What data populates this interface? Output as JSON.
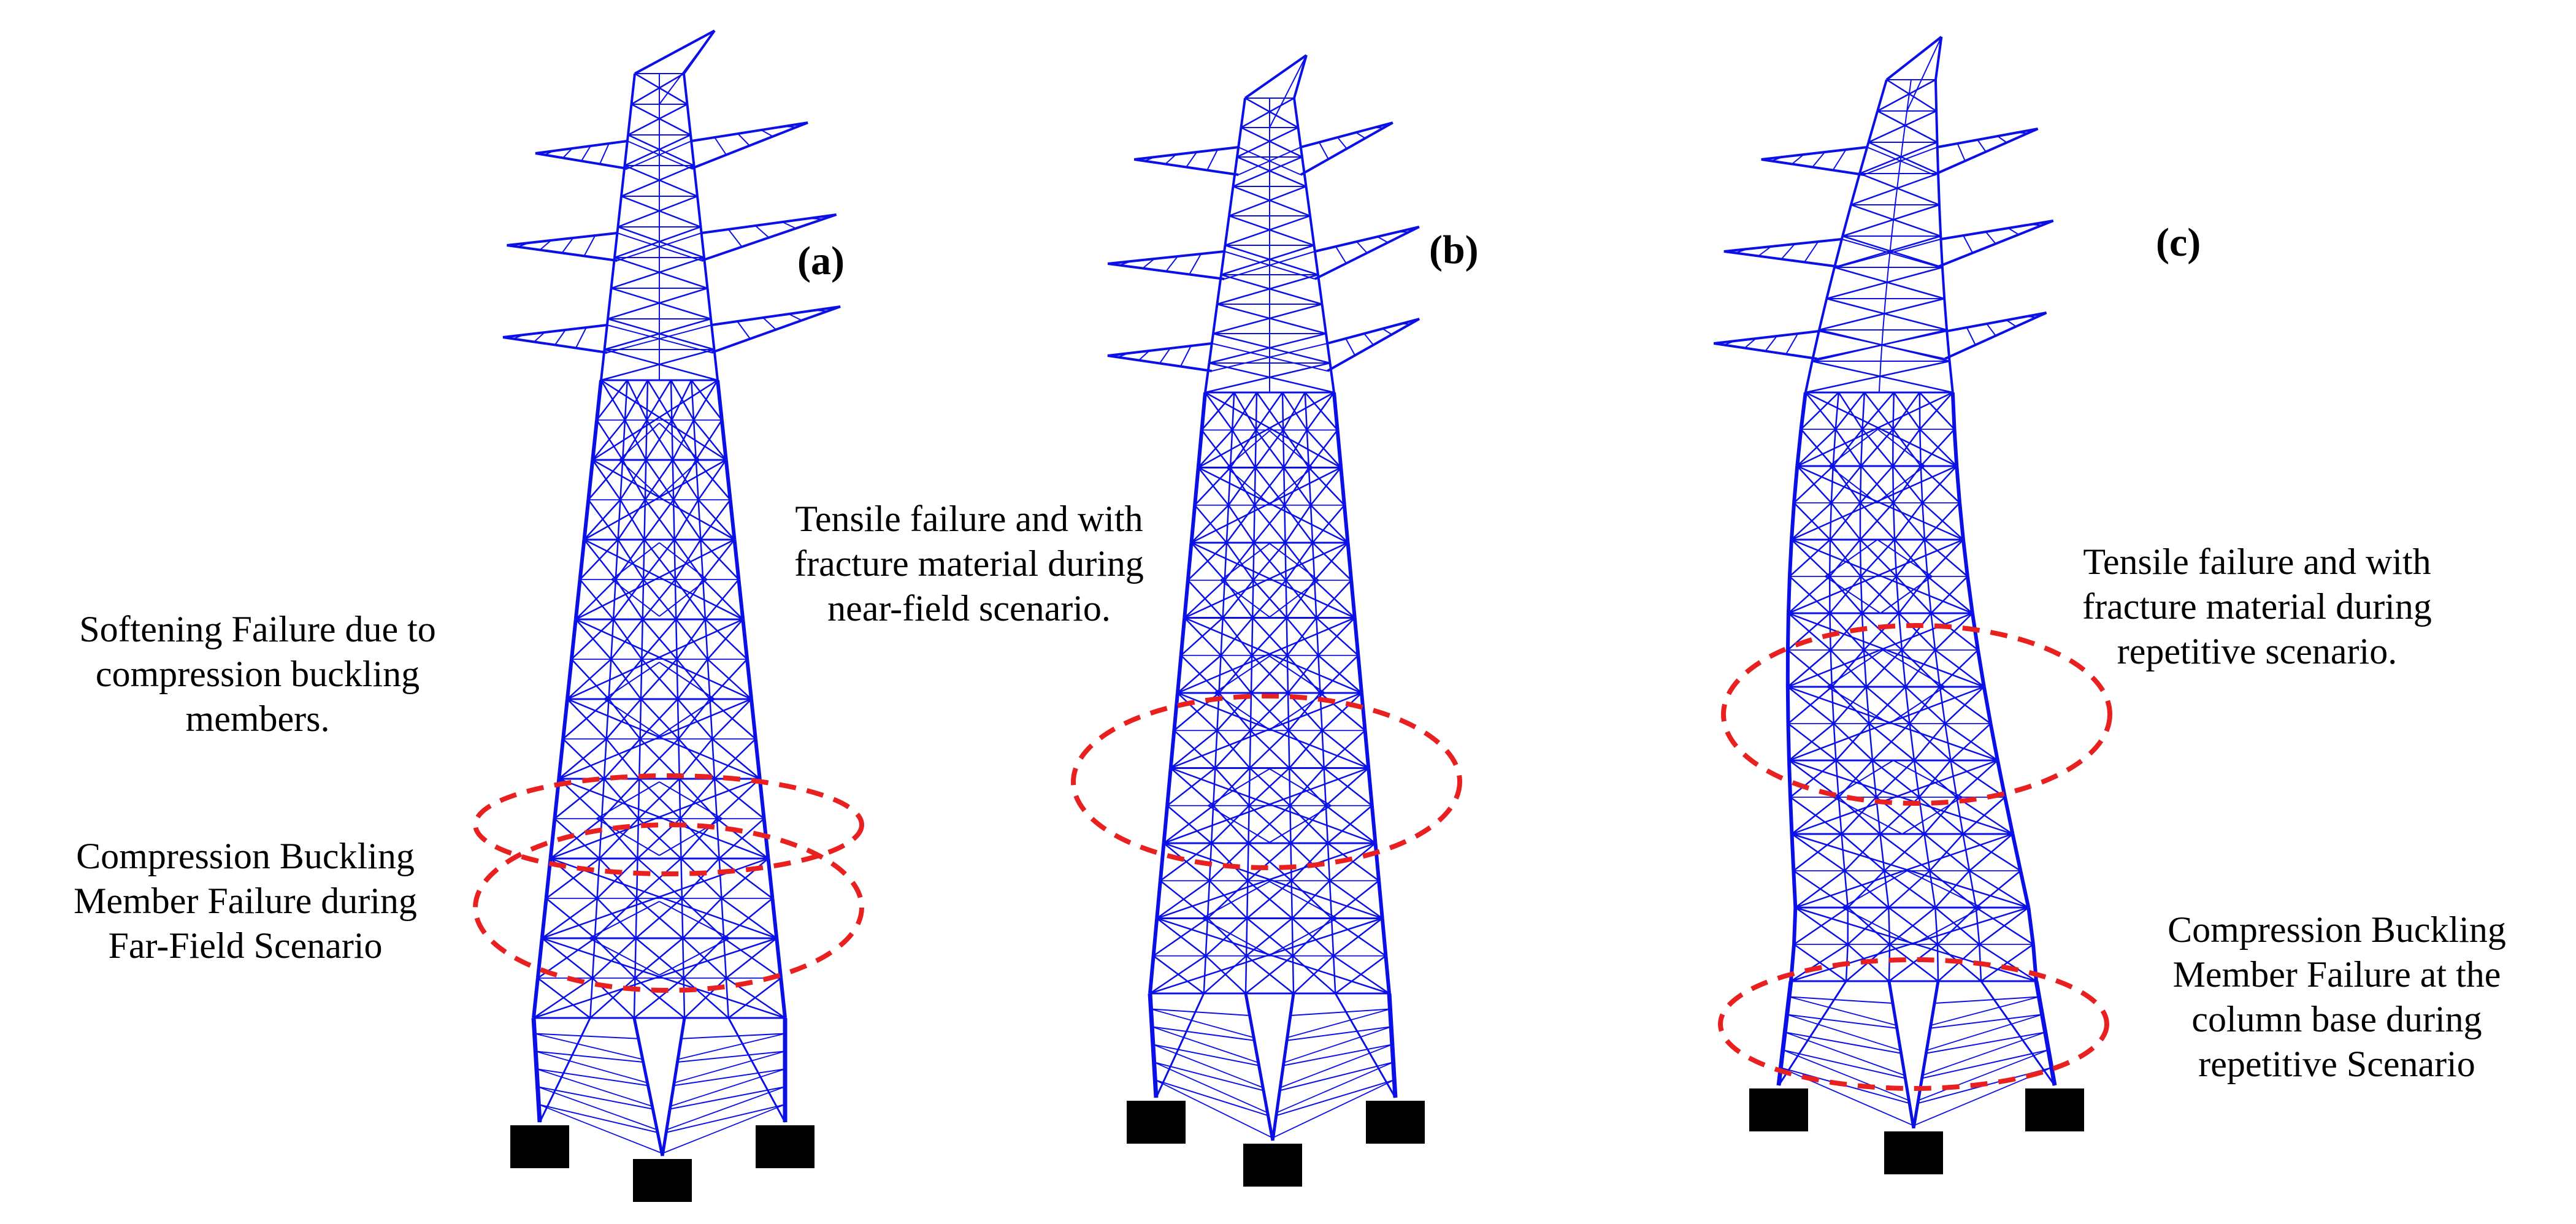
{
  "colors": {
    "lattice": "#0a10e6",
    "failure_zone": "#e82020",
    "foundation": "#000000"
  },
  "panels": [
    {
      "label": "(a)",
      "annotations": [
        {
          "lines": [
            "Softening Failure due to",
            "compression buckling",
            "members."
          ]
        },
        {
          "lines": [
            "Compression Buckling",
            "Member Failure during",
            "Far-Field Scenario"
          ]
        }
      ]
    },
    {
      "label": "(b)",
      "annotations": [
        {
          "lines": [
            "Tensile failure and with",
            "fracture material during",
            "near-field scenario."
          ]
        }
      ]
    },
    {
      "label": "(c)",
      "annotations": [
        {
          "lines": [
            "Tensile failure and with",
            "fracture material during",
            "repetitive scenario."
          ]
        },
        {
          "lines": [
            "Compression Buckling",
            "Member Failure at the",
            "column base during",
            "repetitive Scenario"
          ]
        }
      ]
    }
  ]
}
